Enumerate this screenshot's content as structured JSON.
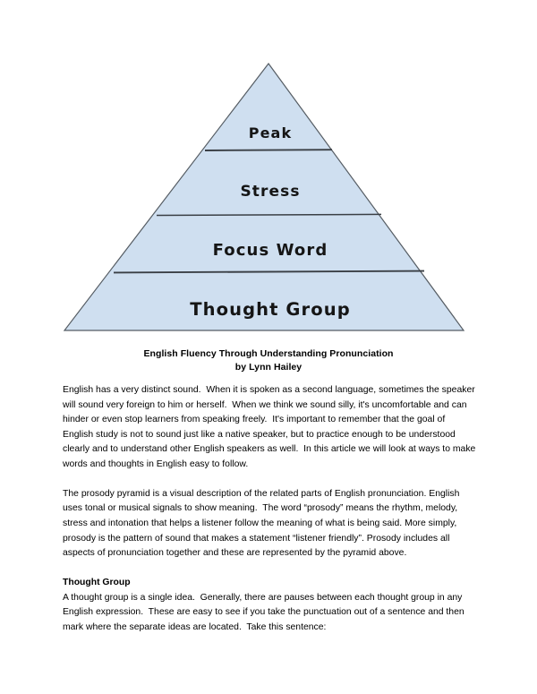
{
  "document": {
    "title_line1": "English Fluency Through Understanding Pronunciation",
    "title_line2": "by Lynn Hailey"
  },
  "figure": {
    "name": "prosody-pyramid",
    "fill_color": "#cfdff0",
    "stroke_color": "#4d4d4d",
    "divider_color": "#333333",
    "levels": [
      {
        "id": "peak",
        "label": "Peak"
      },
      {
        "id": "stress",
        "label": "Stress"
      },
      {
        "id": "focus",
        "label": "Focus Word"
      },
      {
        "id": "thought",
        "label": "Thought Group"
      }
    ]
  },
  "content": {
    "paragraph_1": "English has a very distinct sound.  When it is spoken as a second language, sometimes the speaker will sound very foreign to him or herself.  When we think we sound silly, it's uncomfortable and can hinder or even stop learners from speaking freely.  It's important to remember that the goal of English study is not to sound just like a native speaker, but to practice enough to be understood clearly and to understand other English speakers as well.  In this article we will look at ways to make words and thoughts in English easy to follow.",
    "paragraph_2": "The prosody pyramid is a visual description of the related parts of English pronunciation. English uses tonal or musical signals to show meaning.  The word “prosody” means the rhythm, melody, stress and intonation that helps a listener follow the meaning of what is being said. More simply, prosody is the pattern of sound that makes a statement “listener friendly”. Prosody includes all aspects of pronunciation together and these are represented by the pyramid above.",
    "section_heading": "Thought Group",
    "section_paragraph": "A thought group is a single idea.  Generally, there are pauses between each thought group in any English expression.  These are easy to see if you take the punctuation out of a sentence and then mark where the separate ideas are located.  Take this sentence:"
  }
}
